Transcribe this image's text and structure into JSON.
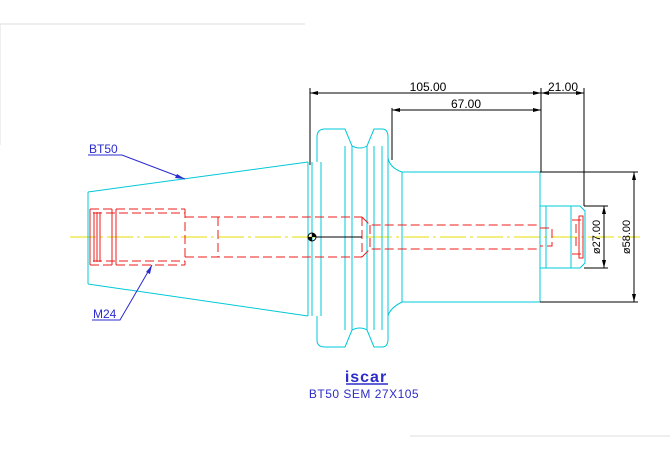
{
  "drawing": {
    "part_name": "BT50 SEM 27X105",
    "logo_text": "iscar",
    "labels": {
      "taper": "BT50",
      "thread": "M24"
    },
    "dimensions": {
      "overall_length": "105.00",
      "shank_length": "67.00",
      "tip_length": "21.00",
      "bore_diameter": "ø27.00",
      "shank_diameter": "ø58.00"
    },
    "colors": {
      "outline": "#00c8d8",
      "hidden": "#ee1c1c",
      "dimension": "#000000",
      "leader": "#2b2bd0",
      "centerline": "#e6dc00",
      "logo": "#2d2dc8"
    }
  }
}
